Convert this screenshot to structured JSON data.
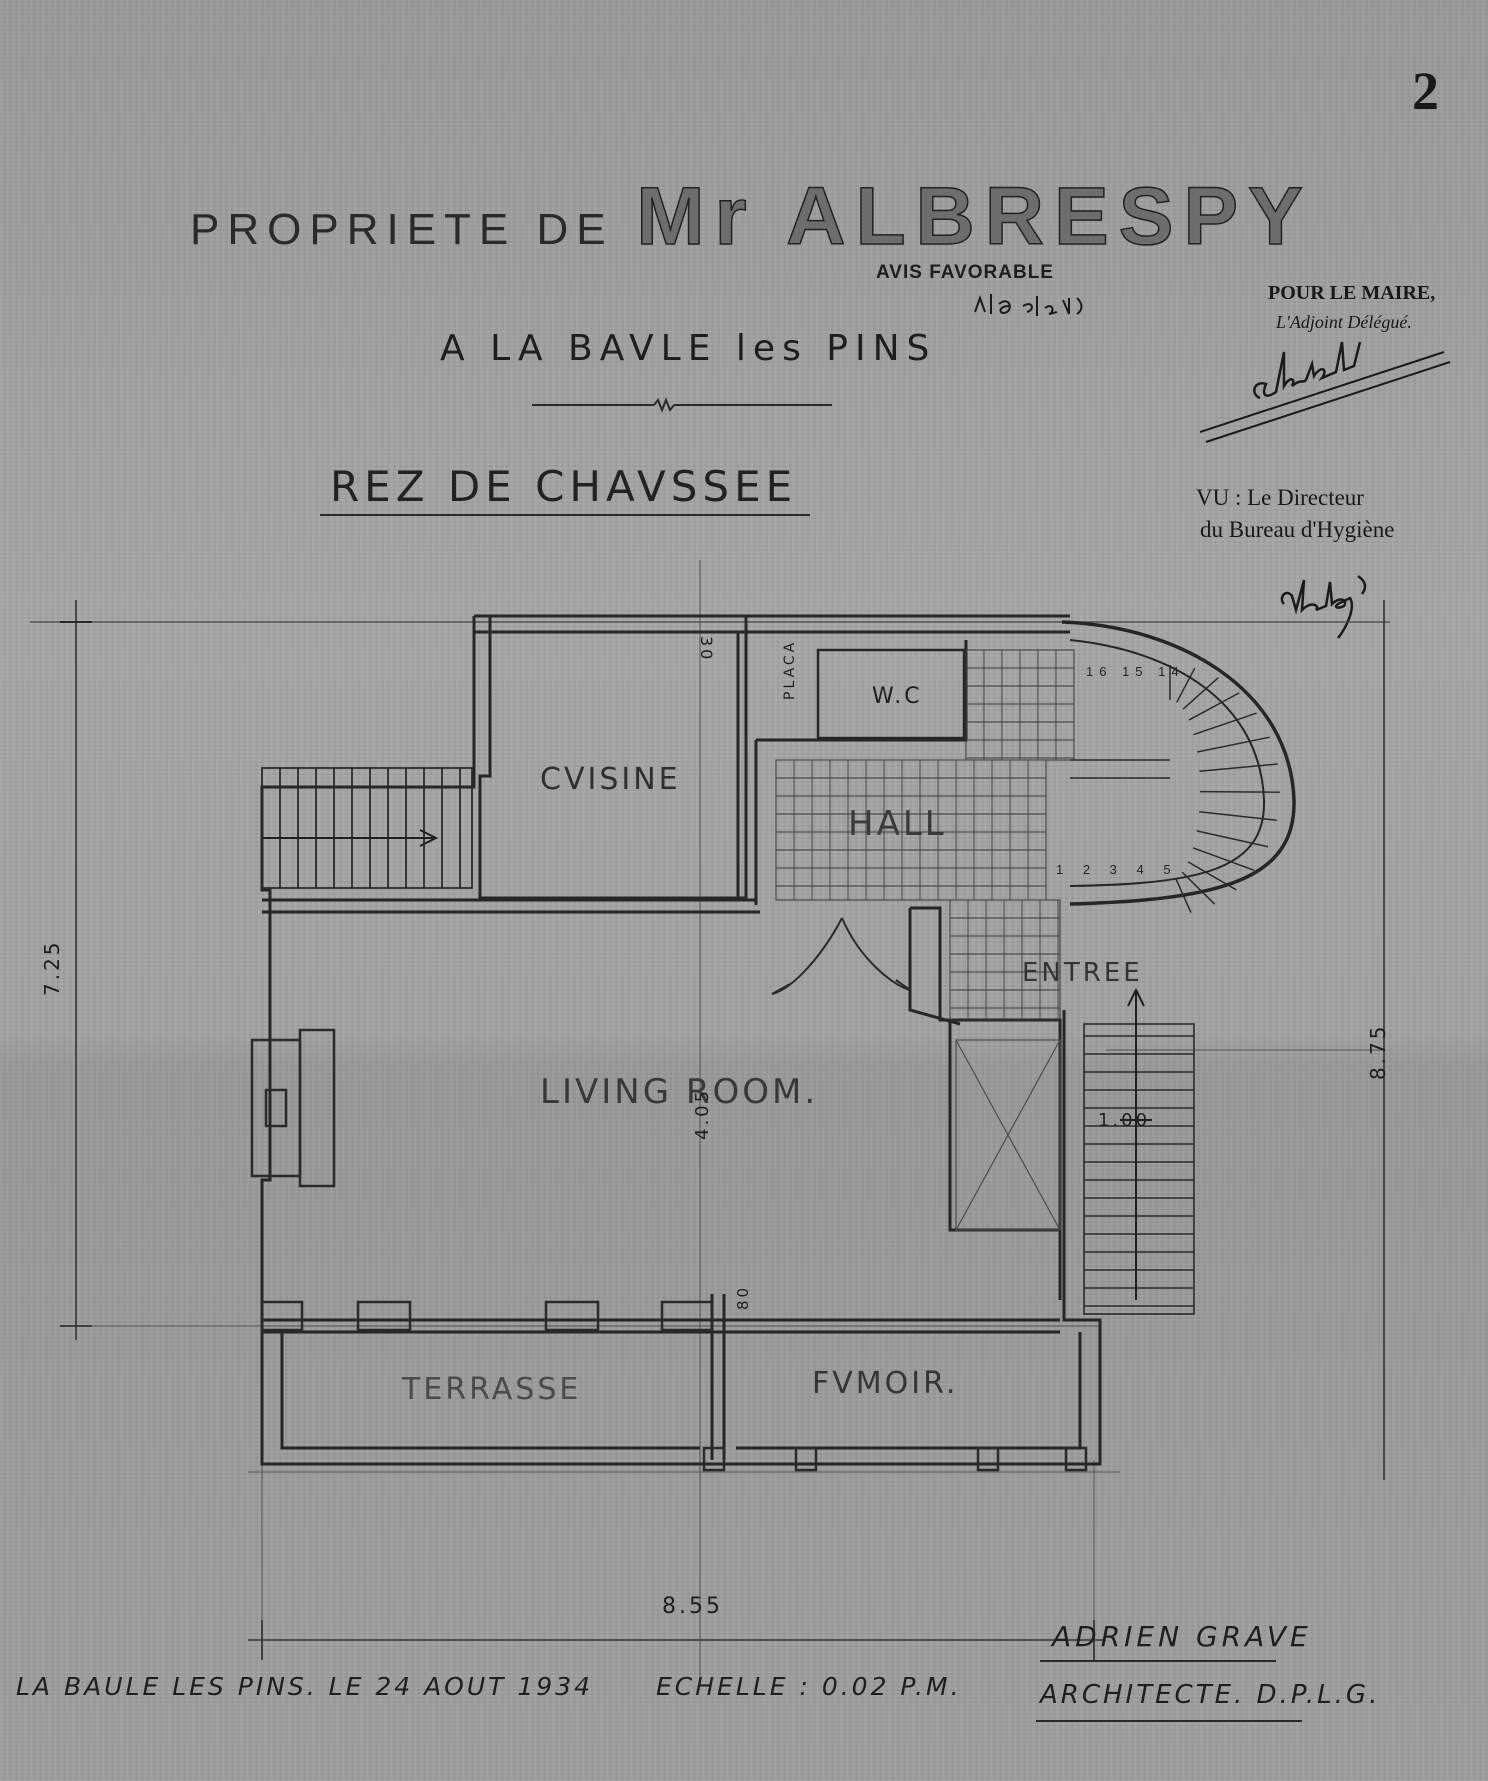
{
  "sheet": {
    "page_number": "2",
    "title_prefix": "PROPRIETE DE",
    "title_owner": "Mr ALBRESPY",
    "location": "A LA BAVLE les PINS",
    "floor_name": "REZ DE CHAVSSEE"
  },
  "stamps": {
    "avis": "AVIS FAVORABLE",
    "maire_line1": "POUR LE MAIRE,",
    "maire_line2": "L'Adjoint Délégué.",
    "hygiene_line1": "VU : Le Directeur",
    "hygiene_line2": "du Bureau d'Hygiène"
  },
  "rooms": {
    "cuisine": "CVISINE",
    "wc": "W.C",
    "placard": "PLACA",
    "hall": "HALL",
    "entree": "ENTREE",
    "living": "LIVING ROOM.",
    "terrasse": "TERRASSE",
    "fumoir": "FVMOIR."
  },
  "dimensions": {
    "left_height": "7.25",
    "right_height": "8.75",
    "bottom_width": "8.55",
    "living_depth": "4.05",
    "stair_width": "1.00",
    "door_30": "30",
    "pier_80": "80",
    "stair_steps_lower": [
      "1",
      "2",
      "3",
      "4",
      "5"
    ],
    "stair_steps_upper": [
      "16",
      "15",
      "14"
    ]
  },
  "footer": {
    "place_date": "LA BAULE LES PINS. LE 24 AOUT 1934",
    "scale": "ECHELLE : 0.02 P.M.",
    "architect_name": "ADRIEN GRAVE",
    "architect_title": "ARCHITECTE. D.P.L.G."
  }
}
